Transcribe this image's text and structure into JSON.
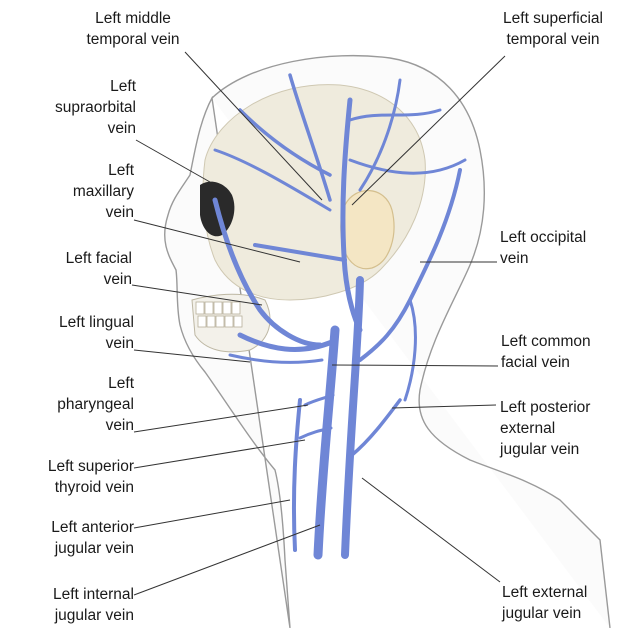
{
  "labels": {
    "left_middle_temporal_vein": [
      "Left middle",
      "temporal vein"
    ],
    "left_supraorbital_vein": [
      "Left",
      "supraorbital",
      "vein"
    ],
    "left_maxillary_vein": [
      "Left",
      "maxillary",
      "vein"
    ],
    "left_facial_vein": [
      "Left facial",
      "vein"
    ],
    "left_lingual_vein": [
      "Left lingual",
      "vein"
    ],
    "left_pharyngeal_vein": [
      "Left",
      "pharyngeal",
      "vein"
    ],
    "left_superior_thyroid_vein": [
      "Left superior",
      "thyroid vein"
    ],
    "left_anterior_jugular_vein": [
      "Left anterior",
      "jugular vein"
    ],
    "left_internal_jugular_vein": [
      "Left internal",
      "jugular vein"
    ],
    "left_superficial_temporal_vein": [
      "Left superficial",
      "temporal vein"
    ],
    "left_occipital_vein": [
      "Left occipital",
      "vein"
    ],
    "left_common_facial_vein": [
      "Left common",
      "facial vein"
    ],
    "left_posterior_external_jugular_vein": [
      "Left posterior",
      "external",
      "jugular vein"
    ],
    "left_external_jugular_vein": [
      "Left external",
      "jugular vein"
    ]
  },
  "colors": {
    "vein": "#6f86d6",
    "vein_outline": "#3d53a8",
    "skin_outline": "#9a9a9a",
    "ear": "#f4e6c4",
    "skull": "#ece7d6",
    "leader": "#333333"
  }
}
